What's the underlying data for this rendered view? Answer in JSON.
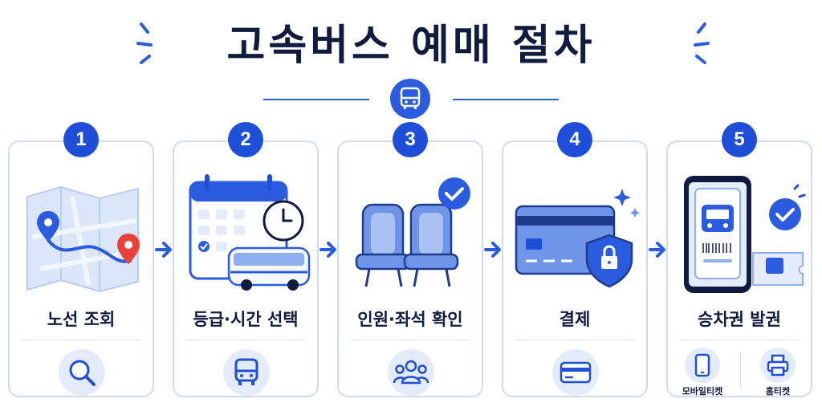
{
  "title": "고속버스 예매 절차",
  "steps": [
    {
      "number": "1",
      "label": "노선 조회"
    },
    {
      "number": "2",
      "label": "등급·시간 선택"
    },
    {
      "number": "3",
      "label": "인원·좌석 확인"
    },
    {
      "number": "4",
      "label": "결제"
    },
    {
      "number": "5",
      "label": "승차권 발권"
    }
  ],
  "tickets": {
    "mobile": "모바일티켓",
    "home": "홈티켓"
  },
  "colors": {
    "accent": "#1f4fd8",
    "light": "#e4ecfb",
    "border": "#cfdcf3",
    "pin_red": "#e8413a",
    "text": "#0f1c3f"
  }
}
